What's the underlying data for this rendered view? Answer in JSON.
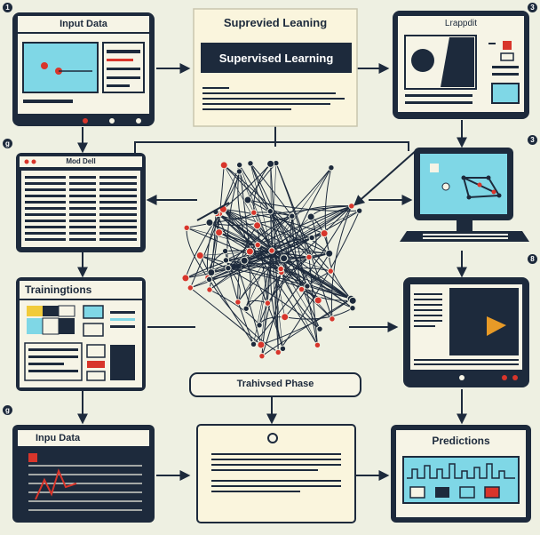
{
  "labels": {
    "input_top": "Input Data",
    "supervised_heading": "Suprevied Leaning",
    "supervised_banner": "Supervised Learning",
    "top_right": "Lrappdit",
    "model": "Mod Dell",
    "training": "Trainingtions",
    "trained_phase": "Trahivsed Phase",
    "input_bottom": "Inpu Data",
    "predictions": "Predictions"
  },
  "badges": [
    "1",
    "3",
    "g",
    "3",
    "g",
    "8"
  ],
  "colors": {
    "background": "#eef0e2",
    "navy": "#1d2a3c",
    "panel": "#f6f4e6",
    "cyan": "#7fd7e6",
    "red": "#d8352b",
    "orange": "#e79a27",
    "yellow": "#f1cb3a"
  }
}
